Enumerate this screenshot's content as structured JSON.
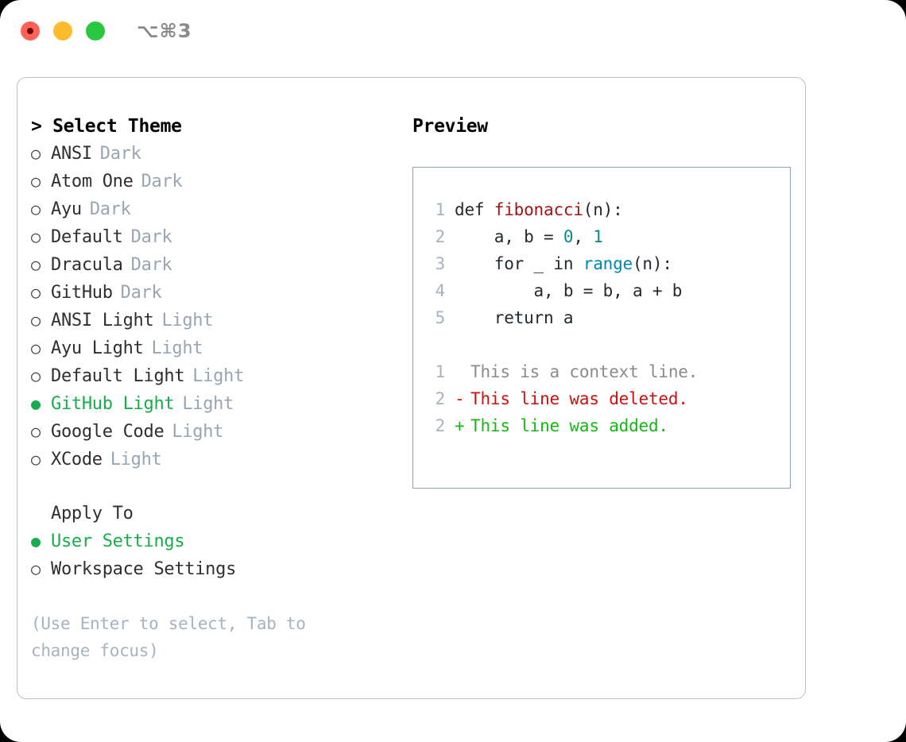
{
  "titlebar": {
    "shortcut": "⌥⌘3",
    "buttons": [
      "close",
      "minimize",
      "maximize"
    ]
  },
  "theme_picker": {
    "heading": "> Select Theme",
    "bullet_selected": "●",
    "bullet_unselected": "○",
    "items": [
      {
        "label": "ANSI",
        "badge": "Dark",
        "selected": false
      },
      {
        "label": "Atom One",
        "badge": "Dark",
        "selected": false
      },
      {
        "label": "Ayu",
        "badge": "Dark",
        "selected": false
      },
      {
        "label": "Default",
        "badge": "Dark",
        "selected": false
      },
      {
        "label": "Dracula",
        "badge": "Dark",
        "selected": false
      },
      {
        "label": "GitHub",
        "badge": "Dark",
        "selected": false
      },
      {
        "label": "ANSI Light",
        "badge": "Light",
        "selected": false
      },
      {
        "label": "Ayu Light",
        "badge": "Light",
        "selected": false
      },
      {
        "label": "Default Light",
        "badge": "Light",
        "selected": false
      },
      {
        "label": "GitHub Light",
        "badge": "Light",
        "selected": true
      },
      {
        "label": "Google Code",
        "badge": "Light",
        "selected": false
      },
      {
        "label": "XCode",
        "badge": "Light",
        "selected": false
      }
    ]
  },
  "apply_to": {
    "heading": "Apply To",
    "options": [
      {
        "label": "User Settings",
        "selected": true
      },
      {
        "label": "Workspace Settings",
        "selected": false
      }
    ]
  },
  "hint": "(Use Enter to select, Tab to change focus)",
  "preview": {
    "title": "Preview",
    "code_lines": [
      {
        "no": "1",
        "tokens": [
          {
            "t": "def ",
            "c": "ctext"
          },
          {
            "t": "fibonacci",
            "c": "tok-fn"
          },
          {
            "t": "(n):",
            "c": "ctext"
          }
        ]
      },
      {
        "no": "2",
        "tokens": [
          {
            "t": "    a, b = ",
            "c": "ctext"
          },
          {
            "t": "0",
            "c": "tok-num"
          },
          {
            "t": ", ",
            "c": "ctext"
          },
          {
            "t": "1",
            "c": "tok-num"
          }
        ]
      },
      {
        "no": "3",
        "tokens": [
          {
            "t": "    for _ in ",
            "c": "ctext"
          },
          {
            "t": "range",
            "c": "tok-bi"
          },
          {
            "t": "(n):",
            "c": "ctext"
          }
        ]
      },
      {
        "no": "4",
        "tokens": [
          {
            "t": "        a, b = b, a + b",
            "c": "ctext"
          }
        ]
      },
      {
        "no": "5",
        "tokens": [
          {
            "t": "    return a",
            "c": "ctext"
          }
        ]
      }
    ],
    "diff_lines": [
      {
        "no": "1",
        "mark": " ",
        "text": "This is a context line.",
        "kind": "diff-ctx"
      },
      {
        "no": "2",
        "mark": "-",
        "text": "This line was deleted.",
        "kind": "diff-del"
      },
      {
        "no": "2",
        "mark": "+",
        "text": "This line was added.",
        "kind": "diff-add"
      }
    ]
  },
  "colors": {
    "accent_green": "#17ad4c",
    "badge_gray": "#9aa5b4",
    "hint_gray": "#a9b2bf",
    "border": "#b9c2cc",
    "preview_border": "#95a0ad",
    "code_text": "#24292e",
    "fn_red": "#a01414",
    "num_teal": "#0b8a8a",
    "builtin_blue": "#0086b3",
    "diff_del": "#cc1111",
    "diff_add": "#14b814",
    "traffic_red": "#FF6159",
    "traffic_yellow": "#FDBC2E",
    "traffic_green": "#28C840"
  }
}
